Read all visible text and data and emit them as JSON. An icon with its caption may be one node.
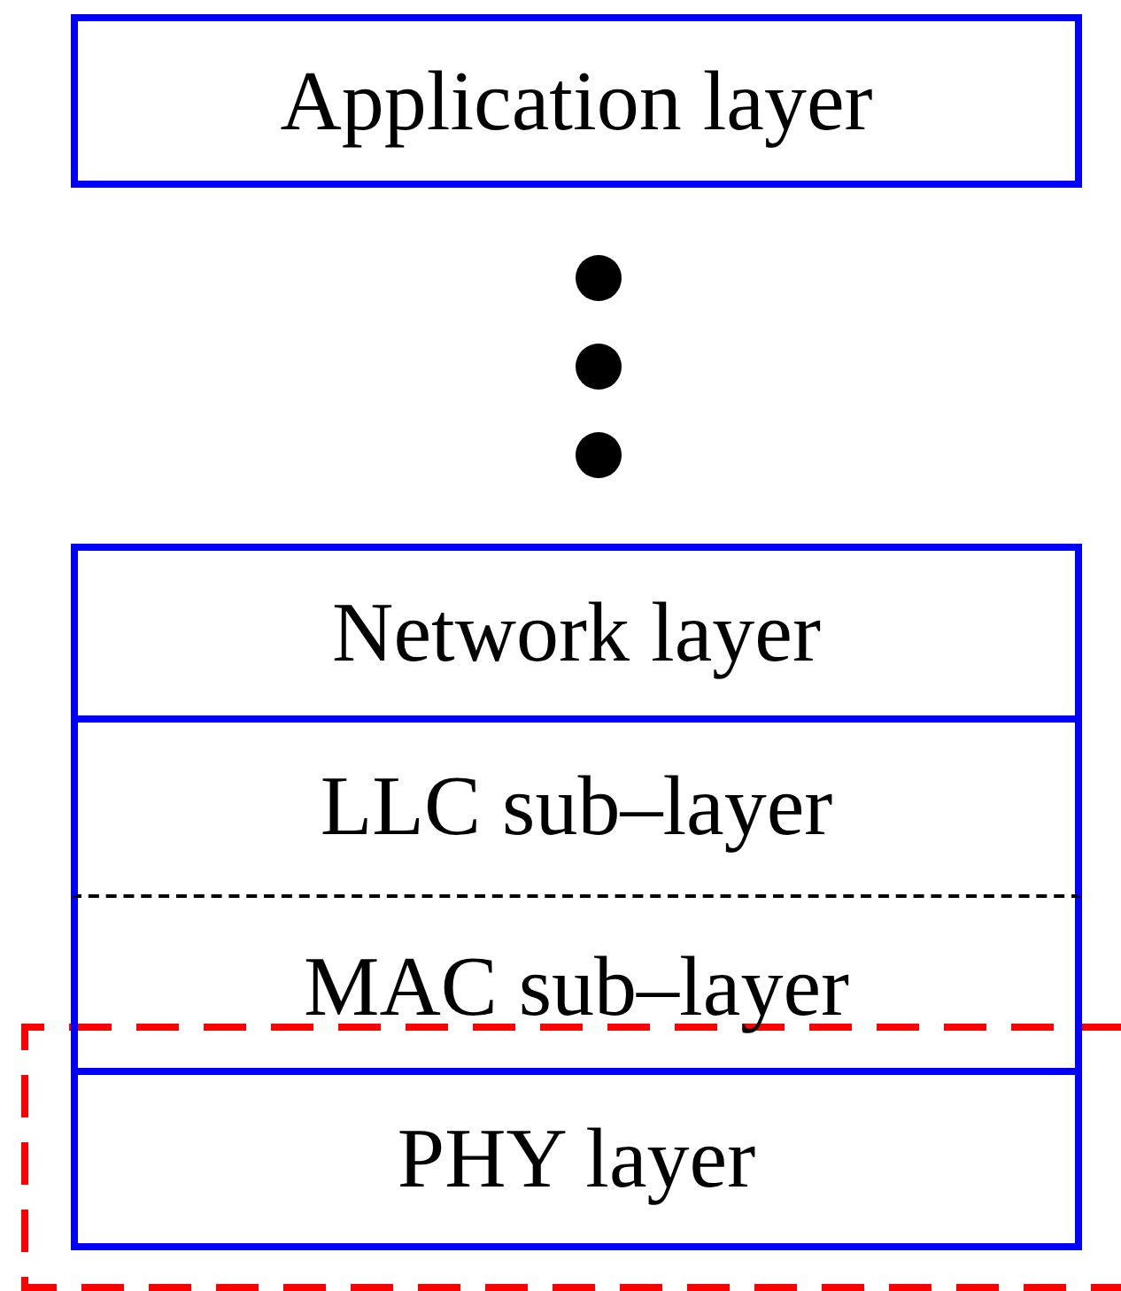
{
  "diagram": {
    "nodes": [
      {
        "text": [
          "Application layer"
        ]
      },
      {
        "text": [
          "Network layer"
        ]
      },
      {
        "text": [
          "LLC sub–layer"
        ]
      },
      {
        "text": [
          "MAC sub–layer"
        ]
      },
      {
        "text": [
          "PHY layer"
        ]
      }
    ]
  }
}
